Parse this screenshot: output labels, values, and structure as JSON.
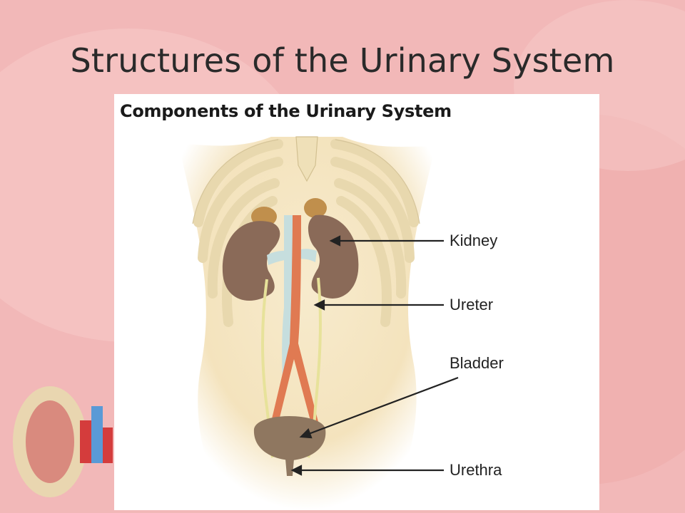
{
  "slide": {
    "title": "Structures of the Urinary System"
  },
  "figure": {
    "heading": "Components of the Urinary System",
    "labels": {
      "kidney": "Kidney",
      "ureter": "Ureter",
      "bladder": "Bladder",
      "urethra": "Urethra"
    }
  },
  "colors": {
    "slide_background": "#f2b8b8",
    "skin": "#f5e6c4",
    "rib": "#efe2bd",
    "kidney": "#8a6a58",
    "adrenal": "#c08f4c",
    "aorta": "#e07a52",
    "vena_cava": "#c6dede",
    "ureter": "#e7e29a",
    "bladder": "#8f7760"
  }
}
